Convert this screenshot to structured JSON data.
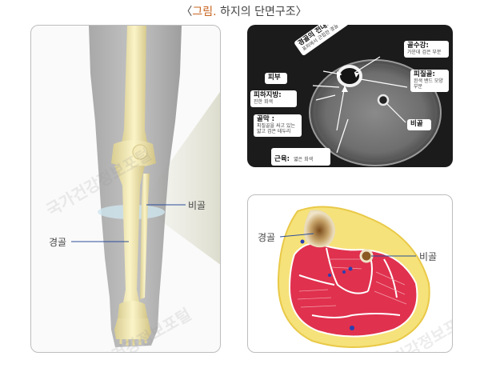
{
  "title": {
    "bracket_open": "〈",
    "accent": "그림.",
    "text": " 하지의 단면구조",
    "bracket_close": "〉"
  },
  "leg_panel": {
    "label_fibula": "비골",
    "label_tibia": "경골"
  },
  "ct_panel": {
    "tibia_cortex": {
      "title": "경골의 전내측면:",
      "sub": "표피에서 근접한 경골"
    },
    "skin": {
      "title": "피부",
      "sub": ""
    },
    "subcutaneous_fat": {
      "title": "피하지방:",
      "sub": "진한 회색"
    },
    "periosteum": {
      "title": "골막 :",
      "sub": "피질골을 싸고 있는 얇고 검은 테두리"
    },
    "muscle": {
      "title": "근육:",
      "sub": "엷은 회색"
    },
    "medullary_cavity": {
      "title": "골수강:",
      "sub": "가운데 검은 부분"
    },
    "cortical_bone": {
      "title": "피질골:",
      "sub": "흰색 밴드 모양 부분"
    },
    "fibula": {
      "title": "비골",
      "sub": ""
    }
  },
  "xs_panel": {
    "label_tibia": "경골",
    "label_fibula": "비골"
  },
  "watermark": "국가건강정보포털",
  "colors": {
    "accent": "#c8641e",
    "muscle": "#e0314e",
    "fat": "#f6e27a",
    "ct_bg": "#1b1b1b"
  }
}
